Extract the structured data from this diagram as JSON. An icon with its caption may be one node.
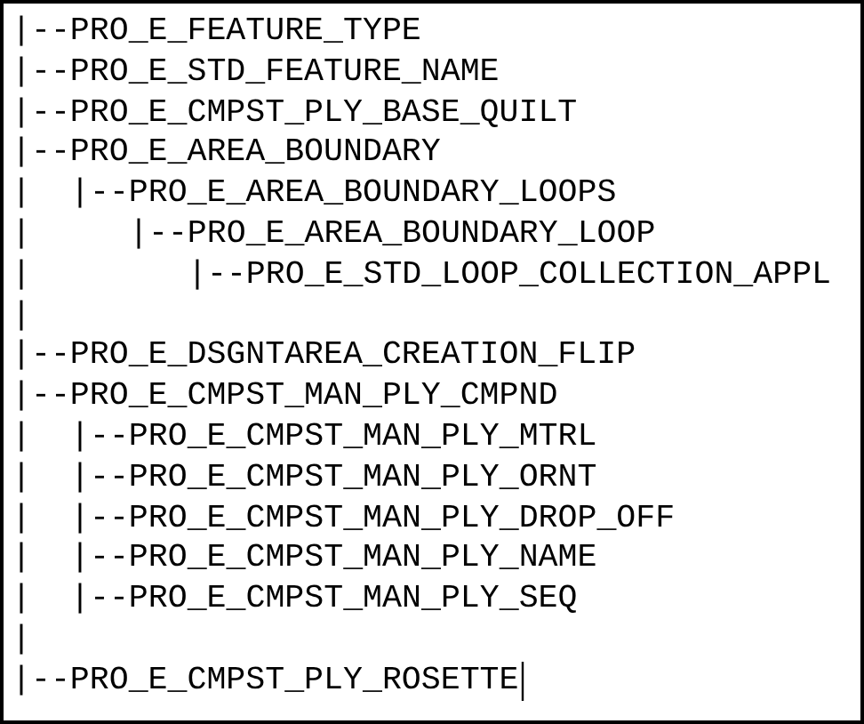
{
  "diagram": {
    "labels": [
      "|--PRO_E_FEATURE_TYPE",
      "|--PRO_E_STD_FEATURE_NAME",
      "|--PRO_E_CMPST_PLY_BASE_QUILT",
      "|--PRO_E_AREA_BOUNDARY",
      "|",
      "|--PRO_E_AREA_BOUNDARY_LOOPS",
      "|",
      "|--PRO_E_AREA_BOUNDARY_LOOP",
      "|",
      "|--PRO_E_STD_LOOP_COLLECTION_APPL",
      "|",
      "|--PRO_E_DSGNTAREA_CREATION_FLIP",
      "|--PRO_E_CMPST_MAN_PLY_CMPND",
      "|",
      "|--PRO_E_CMPST_MAN_PLY_MTRL",
      "|",
      "|--PRO_E_CMPST_MAN_PLY_ORNT",
      "|",
      "|--PRO_E_CMPST_MAN_PLY_DROP_OFF",
      "|",
      "|--PRO_E_CMPST_MAN_PLY_NAME",
      "|",
      "|--PRO_E_CMPST_MAN_PLY_SEQ",
      "|",
      "|--PRO_E_CMPST_PLY_ROSETTE"
    ]
  }
}
